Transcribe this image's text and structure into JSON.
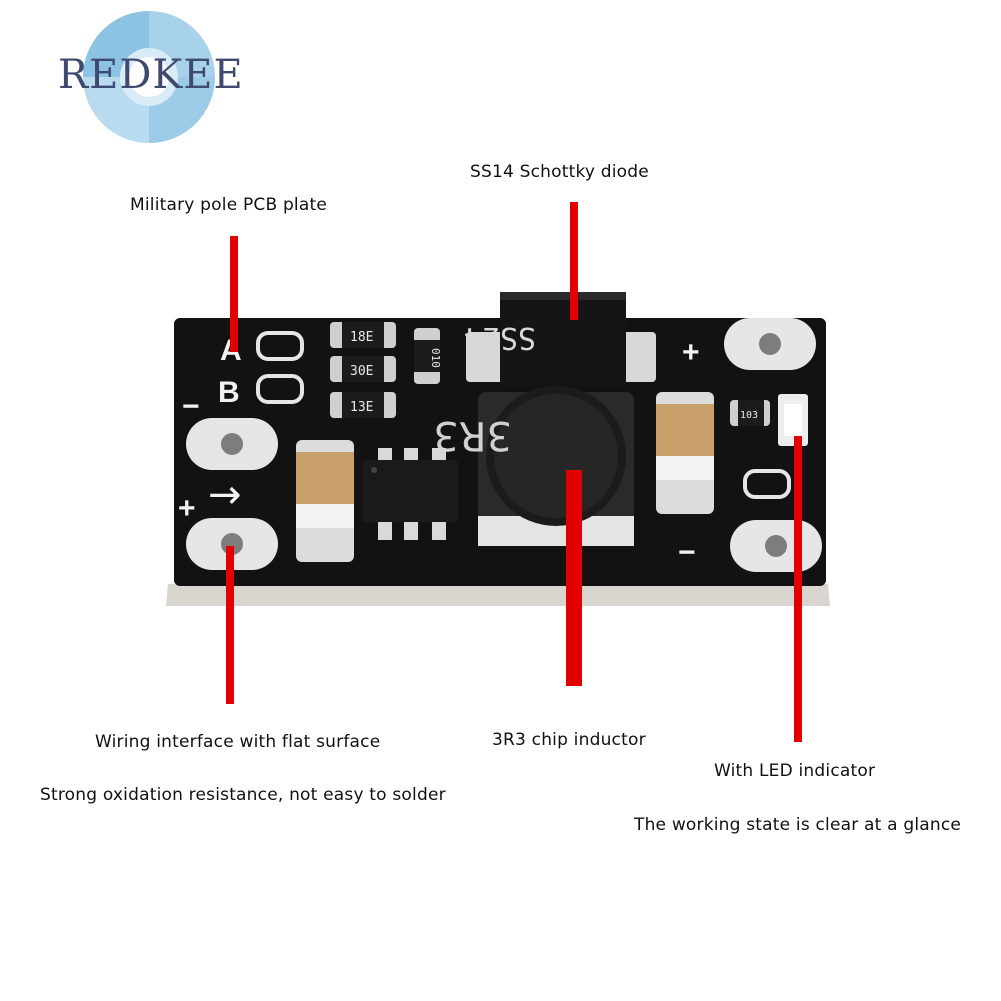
{
  "brand": {
    "name": "REDKEE"
  },
  "colors": {
    "pointer": "#e30000",
    "board": "#111111",
    "pad": "#e8e8e8",
    "logo_ring": "#a8d2ea"
  },
  "board": {
    "silkscreen": {
      "a": "A",
      "b": "B",
      "minus_left": "−",
      "plus_left": "+",
      "arrow": "→",
      "plus_right": "+",
      "minus_right": "−"
    },
    "components": {
      "diode": "SS24",
      "inductor": "3R3",
      "res1": "18E",
      "res2": "30E",
      "res3": "13E",
      "res4": "010",
      "res5": "103"
    }
  },
  "annotations": {
    "pcb": "Military pole PCB plate",
    "diode": "SS14 Schottky diode",
    "wiring_1": "Wiring interface with flat surface",
    "wiring_2": "Strong oxidation resistance, not easy to solder",
    "inductor": "3R3 chip inductor",
    "led_1": "With LED indicator",
    "led_2": "The working state is clear at a glance"
  }
}
